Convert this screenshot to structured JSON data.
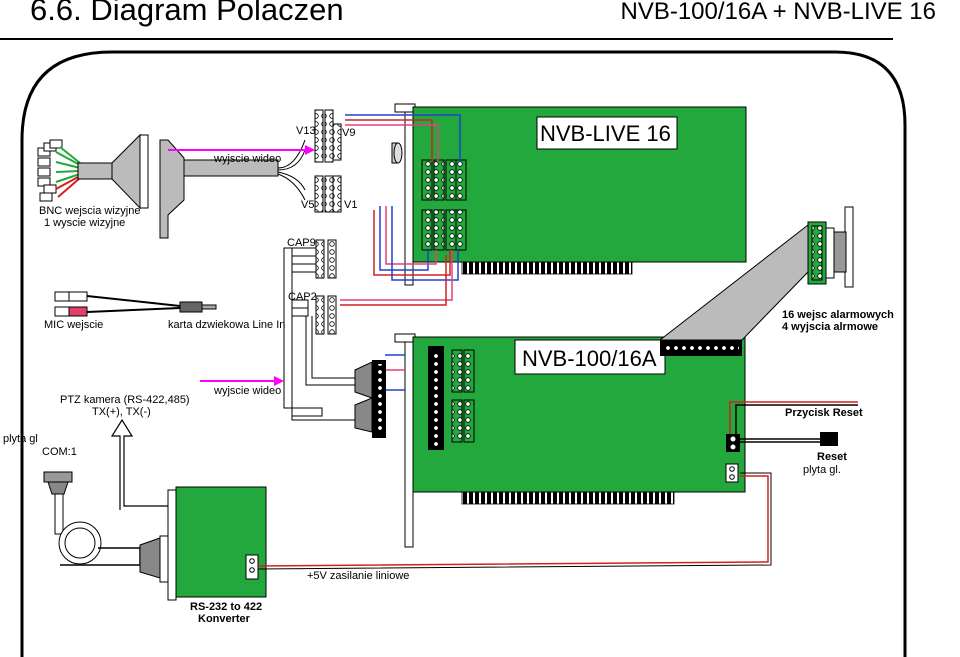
{
  "header": {
    "title": "6.6. Diagram Polaczen",
    "subtitle": "NVB-100/16A + NVB-LIVE 16"
  },
  "labels": {
    "bnc_line1": "BNC wejscia wizyjne",
    "bnc_line2": "1 wyscie wizyjne",
    "video_out_top": "wyjscie wideo",
    "v13": "V13",
    "v9": "V9",
    "v5": "V5",
    "v1": "V1",
    "cap9": "CAP9",
    "cap2": "CAP2",
    "mic_in": "MIC wejscie",
    "sound_card_line_in": "karta dzwiekowa  Line In",
    "video_out_bottom": "wyjscie wideo",
    "ptz_line1": "PTZ kamera (RS-422,485)",
    "ptz_line2": "TX(+), TX(-)",
    "com_line1": "plyta gl",
    "com_line2": "COM:1",
    "converter_line1": "RS-232 to 422",
    "converter_line2": "Konverter",
    "power": "+5V zasilanie liniowe",
    "alarm_line1": "16 wejsc alarmowych",
    "alarm_line2": "4 wyjscia alrmowe",
    "reset_button": "Przycisk Reset",
    "reset_line1": "Reset",
    "reset_line2": "plyta gl."
  },
  "cards": {
    "live": "NVB-LIVE 16",
    "main": "NVB-100/16A"
  },
  "colors": {
    "board_green": "#22a83c",
    "video_arrow": "#ff00ff",
    "cable_red": "#d22020",
    "cable_blue": "#2040d0",
    "cable_pink": "#e0407a",
    "frame": "#000000"
  }
}
